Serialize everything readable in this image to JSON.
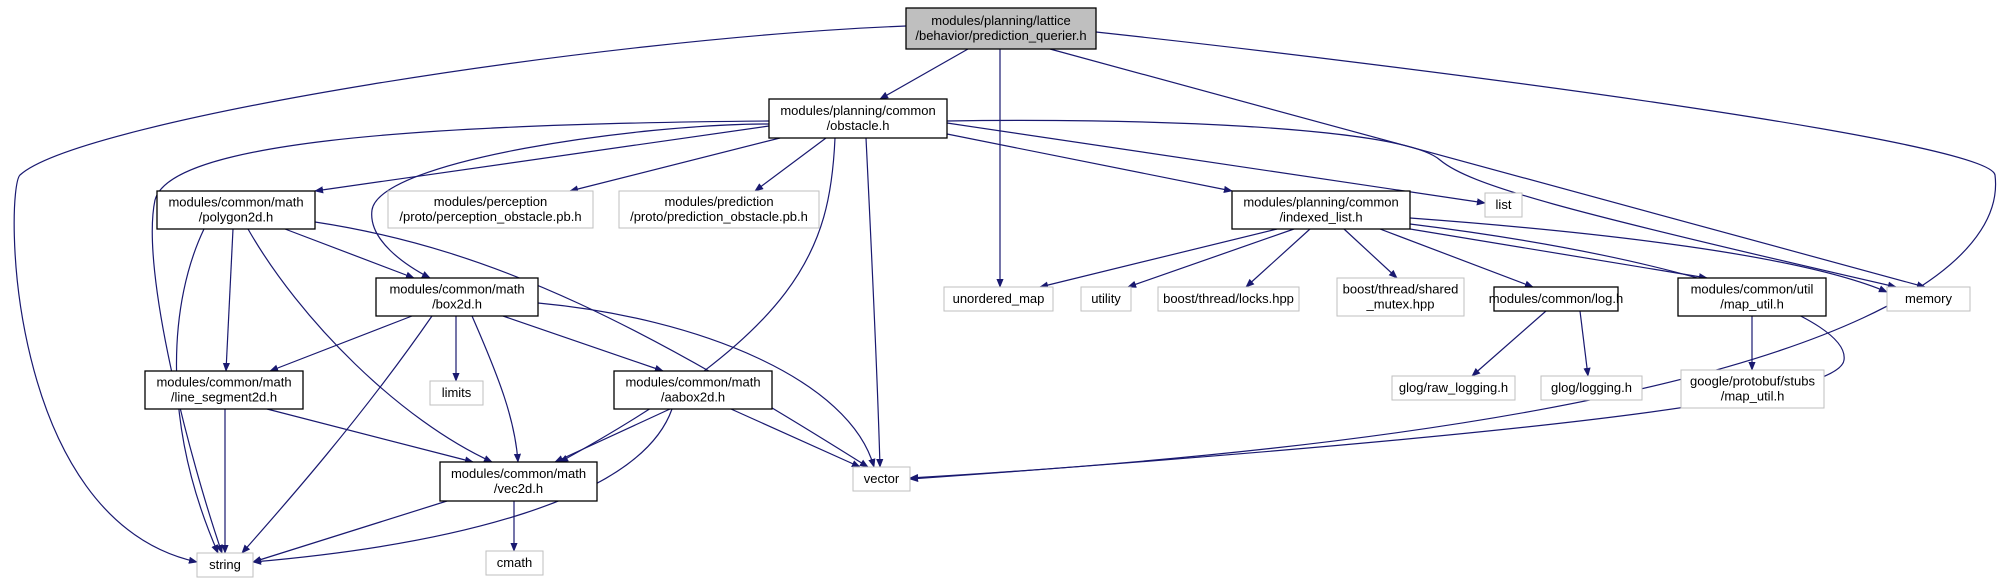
{
  "colors": {
    "edge": "#191970",
    "root_fill": "#bfbfbf",
    "documented_border": "#000000",
    "undocumented_border": "#bfbfbf",
    "background": "#ffffff"
  },
  "nodes": [
    {
      "id": "root",
      "lines": [
        "modules/planning/lattice",
        "/behavior/prediction_querier.h"
      ],
      "kind": "root"
    },
    {
      "id": "obstacle",
      "lines": [
        "modules/planning/common",
        "/obstacle.h"
      ],
      "kind": "documented"
    },
    {
      "id": "polygon2d",
      "lines": [
        "modules/common/math",
        "/polygon2d.h"
      ],
      "kind": "documented"
    },
    {
      "id": "perception_obstacle",
      "lines": [
        "modules/perception",
        "/proto/perception_obstacle.pb.h"
      ],
      "kind": "external"
    },
    {
      "id": "prediction_obstacle",
      "lines": [
        "modules/prediction",
        "/proto/prediction_obstacle.pb.h"
      ],
      "kind": "external"
    },
    {
      "id": "indexed_list",
      "lines": [
        "modules/planning/common",
        "/indexed_list.h"
      ],
      "kind": "documented"
    },
    {
      "id": "list",
      "lines": [
        "list"
      ],
      "kind": "external"
    },
    {
      "id": "box2d",
      "lines": [
        "modules/common/math",
        "/box2d.h"
      ],
      "kind": "documented"
    },
    {
      "id": "unordered_map",
      "lines": [
        "unordered_map"
      ],
      "kind": "external"
    },
    {
      "id": "utility",
      "lines": [
        "utility"
      ],
      "kind": "external"
    },
    {
      "id": "locks",
      "lines": [
        "boost/thread/locks.hpp"
      ],
      "kind": "external"
    },
    {
      "id": "shared_mutex",
      "lines": [
        "boost/thread/shared",
        "_mutex.hpp"
      ],
      "kind": "external"
    },
    {
      "id": "log",
      "lines": [
        "modules/common/log.h"
      ],
      "kind": "documented"
    },
    {
      "id": "map_util",
      "lines": [
        "modules/common/util",
        "/map_util.h"
      ],
      "kind": "documented"
    },
    {
      "id": "memory",
      "lines": [
        "memory"
      ],
      "kind": "external"
    },
    {
      "id": "line_segment2d",
      "lines": [
        "modules/common/math",
        "/line_segment2d.h"
      ],
      "kind": "documented"
    },
    {
      "id": "limits",
      "lines": [
        "limits"
      ],
      "kind": "external"
    },
    {
      "id": "aabox2d",
      "lines": [
        "modules/common/math",
        "/aabox2d.h"
      ],
      "kind": "documented"
    },
    {
      "id": "raw_logging",
      "lines": [
        "glog/raw_logging.h"
      ],
      "kind": "external"
    },
    {
      "id": "glog_logging",
      "lines": [
        "glog/logging.h"
      ],
      "kind": "external"
    },
    {
      "id": "protobuf_map_util",
      "lines": [
        "google/protobuf/stubs",
        "/map_util.h"
      ],
      "kind": "external"
    },
    {
      "id": "vec2d",
      "lines": [
        "modules/common/math",
        "/vec2d.h"
      ],
      "kind": "documented"
    },
    {
      "id": "vector",
      "lines": [
        "vector"
      ],
      "kind": "external"
    },
    {
      "id": "string",
      "lines": [
        "string"
      ],
      "kind": "external"
    },
    {
      "id": "cmath",
      "lines": [
        "cmath"
      ],
      "kind": "external"
    }
  ],
  "edges": [
    {
      "from": "root",
      "to": "obstacle"
    },
    {
      "from": "root",
      "to": "string"
    },
    {
      "from": "root",
      "to": "unordered_map"
    },
    {
      "from": "root",
      "to": "memory"
    },
    {
      "from": "root",
      "to": "vector"
    },
    {
      "from": "obstacle",
      "to": "polygon2d"
    },
    {
      "from": "obstacle",
      "to": "perception_obstacle"
    },
    {
      "from": "obstacle",
      "to": "prediction_obstacle"
    },
    {
      "from": "obstacle",
      "to": "indexed_list"
    },
    {
      "from": "obstacle",
      "to": "list"
    },
    {
      "from": "obstacle",
      "to": "box2d"
    },
    {
      "from": "obstacle",
      "to": "vec2d"
    },
    {
      "from": "obstacle",
      "to": "vector"
    },
    {
      "from": "obstacle",
      "to": "string"
    },
    {
      "from": "obstacle",
      "to": "memory"
    },
    {
      "from": "polygon2d",
      "to": "box2d"
    },
    {
      "from": "polygon2d",
      "to": "line_segment2d"
    },
    {
      "from": "polygon2d",
      "to": "vec2d"
    },
    {
      "from": "polygon2d",
      "to": "vector"
    },
    {
      "from": "polygon2d",
      "to": "string"
    },
    {
      "from": "indexed_list",
      "to": "unordered_map"
    },
    {
      "from": "indexed_list",
      "to": "utility"
    },
    {
      "from": "indexed_list",
      "to": "locks"
    },
    {
      "from": "indexed_list",
      "to": "shared_mutex"
    },
    {
      "from": "indexed_list",
      "to": "log"
    },
    {
      "from": "indexed_list",
      "to": "map_util"
    },
    {
      "from": "indexed_list",
      "to": "memory"
    },
    {
      "from": "indexed_list",
      "to": "vector"
    },
    {
      "from": "box2d",
      "to": "line_segment2d"
    },
    {
      "from": "box2d",
      "to": "limits"
    },
    {
      "from": "box2d",
      "to": "aabox2d"
    },
    {
      "from": "box2d",
      "to": "vec2d"
    },
    {
      "from": "box2d",
      "to": "vector"
    },
    {
      "from": "box2d",
      "to": "string"
    },
    {
      "from": "line_segment2d",
      "to": "vec2d"
    },
    {
      "from": "line_segment2d",
      "to": "string"
    },
    {
      "from": "aabox2d",
      "to": "vec2d"
    },
    {
      "from": "aabox2d",
      "to": "vector"
    },
    {
      "from": "aabox2d",
      "to": "string"
    },
    {
      "from": "log",
      "to": "raw_logging"
    },
    {
      "from": "log",
      "to": "glog_logging"
    },
    {
      "from": "map_util",
      "to": "protobuf_map_util"
    },
    {
      "from": "vec2d",
      "to": "string"
    },
    {
      "from": "vec2d",
      "to": "cmath"
    }
  ]
}
